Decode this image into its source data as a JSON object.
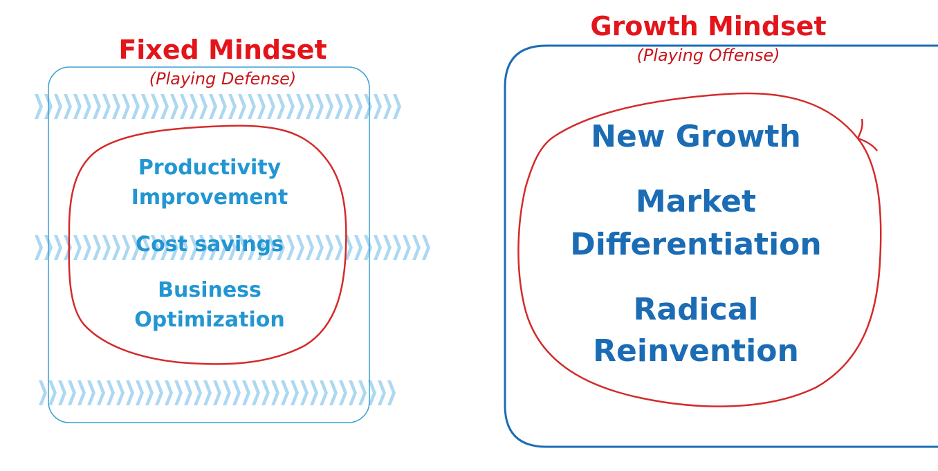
{
  "fixed": {
    "title": "Fixed Mindset",
    "subtitle": "(Playing Defense)",
    "items": [
      "Productivity",
      "Improvement",
      "Cost savings",
      "Business",
      "Optimization"
    ]
  },
  "growth": {
    "title": "Growth Mindset",
    "subtitle": "(Playing Offense)",
    "items": [
      "New Growth",
      "Market",
      "Differentiation",
      "Radical",
      "Reinvention"
    ]
  },
  "colors": {
    "title_red": "#e4141b",
    "circle_red": "#d42a2a",
    "left_box": "#3a9fd0",
    "right_box": "#1b6cb4",
    "left_text": "#2296d3",
    "right_text": "#1b6cb4",
    "chevron": "#9fd1ef"
  }
}
